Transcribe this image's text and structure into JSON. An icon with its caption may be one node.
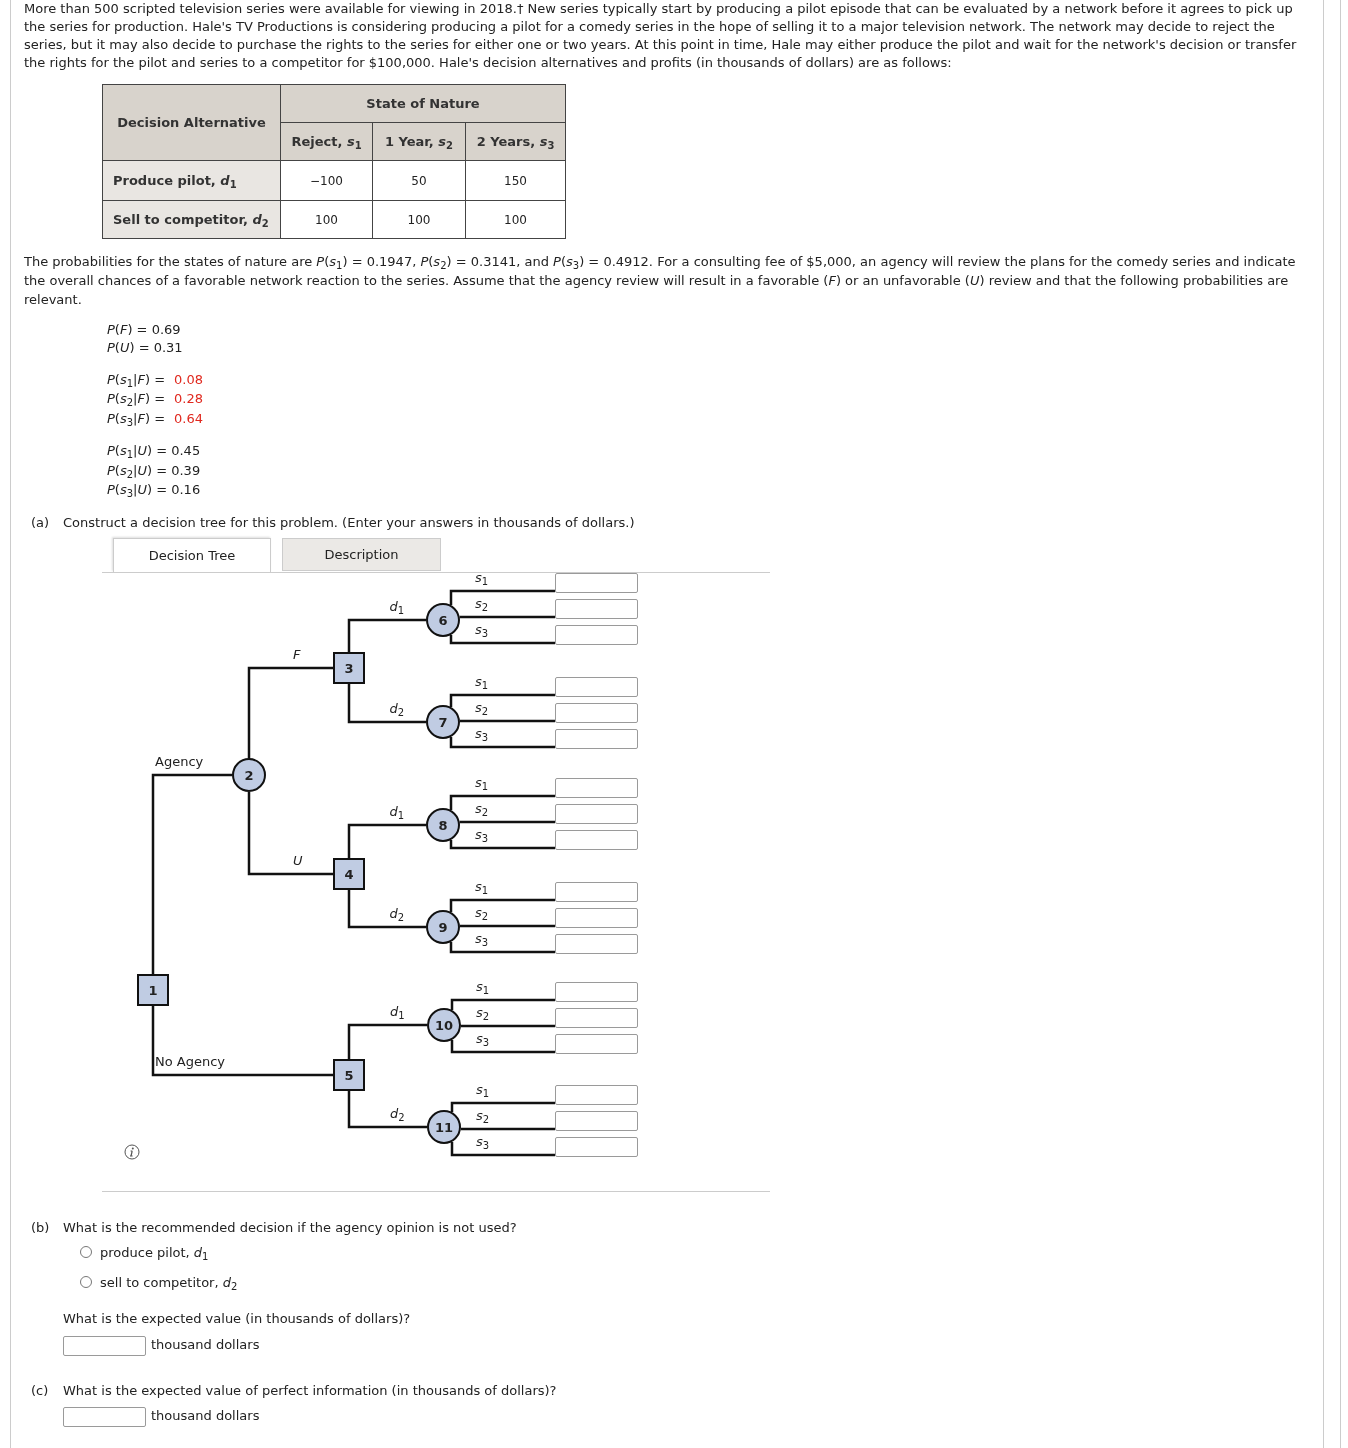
{
  "diagram": {
    "nodes": [
      {
        "text": [
          "1"
        ]
      },
      {
        "text": [
          "2"
        ]
      },
      {
        "text": [
          "3"
        ]
      },
      {
        "text": [
          "4"
        ]
      },
      {
        "text": [
          "5"
        ]
      },
      {
        "text": [
          "6"
        ]
      },
      {
        "text": [
          "7"
        ]
      },
      {
        "text": [
          "8"
        ]
      },
      {
        "text": [
          "9"
        ]
      },
      {
        "text": [
          "10"
        ]
      },
      {
        "text": [
          "11"
        ]
      },
      {
        "text": [],
        "shape": "box"
      },
      {
        "text": [],
        "shape": "box"
      },
      {
        "text": [],
        "shape": "box"
      },
      {
        "text": [],
        "shape": "box"
      },
      {
        "text": [],
        "shape": "box"
      },
      {
        "text": [],
        "shape": "box"
      },
      {
        "text": [],
        "shape": "box"
      },
      {
        "text": [],
        "shape": "box"
      },
      {
        "text": [],
        "shape": "box"
      },
      {
        "text": [],
        "shape": "box"
      },
      {
        "text": [],
        "shape": "box"
      },
      {
        "text": [],
        "shape": "box"
      },
      {
        "text": [],
        "shape": "box"
      },
      {
        "text": [],
        "shape": "box"
      },
      {
        "text": [],
        "shape": "box"
      },
      {
        "text": [],
        "shape": "box"
      },
      {
        "text": [],
        "shape": "box"
      },
      {
        "text": [],
        "shape": "box"
      },
      {
        "text": [],
        "shape": "box"
      },
      {
        "text": [],
        "shape": "box"
      }
    ],
    "edges": [
      {
        "from": 0,
        "to": 1,
        "arrow": "none",
        "label": "Agency"
      },
      {
        "from": 0,
        "to": 4,
        "arrow": "none",
        "label": "No Agency"
      },
      {
        "from": 1,
        "to": 2,
        "arrow": "none",
        "label": "F"
      },
      {
        "from": 1,
        "to": 3,
        "arrow": "none",
        "label": "U"
      },
      {
        "from": 2,
        "to": 5,
        "arrow": "none",
        "label": "*d*$_{1}$"
      },
      {
        "from": 2,
        "to": 6,
        "arrow": "none",
        "label": "*d*$_{2}$"
      },
      {
        "from": 3,
        "to": 7,
        "arrow": "none",
        "label": "*d*$_{1}$"
      },
      {
        "from": 3,
        "to": 8,
        "arrow": "none",
        "label": "*d*$_{2}$"
      },
      {
        "from": 4,
        "to": 9,
        "arrow": "none",
        "label": "*d*$_{1}$"
      },
      {
        "from": 4,
        "to": 10,
        "arrow": "none",
        "label": "*d*$_{2}$"
      },
      {
        "from": 5,
        "to": 11,
        "arrow": "none",
        "label": "*s*$_{1}$"
      },
      {
        "from": 5,
        "to": 12,
        "arrow": "none",
        "label": "*s*$_{2}$"
      },
      {
        "from": 5,
        "to": 13,
        "arrow": "none",
        "label": "*s*$_{3}$"
      },
      {
        "from": 6,
        "to": 14,
        "arrow": "none",
        "label": "*s*$_{1}$"
      },
      {
        "from": 6,
        "to": 15,
        "arrow": "none",
        "label": "*s*$_{2}$"
      },
      {
        "from": 6,
        "to": 16,
        "arrow": "none",
        "label": "*s*$_{3}$"
      },
      {
        "from": 7,
        "to": 17,
        "arrow": "none",
        "label": "*s*$_{1}$"
      },
      {
        "from": 7,
        "to": 18,
        "arrow": "none",
        "label": "*s*$_{2}$"
      },
      {
        "from": 7,
        "to": 19,
        "arrow": "none",
        "label": "*s*$_{3}$"
      },
      {
        "from": 8,
        "to": 20,
        "arrow": "none",
        "label": "*s*$_{1}$"
      },
      {
        "from": 8,
        "to": 21,
        "arrow": "none",
        "label": "*s*$_{2}$"
      },
      {
        "from": 8,
        "to": 22,
        "arrow": "none",
        "label": "*s*$_{3}$"
      },
      {
        "from": 9,
        "to": 23,
        "arrow": "none",
        "label": "*s*$_{1}$"
      },
      {
        "from": 9,
        "to": 24,
        "arrow": "none",
        "label": "*s*$_{2}$"
      },
      {
        "from": 9,
        "to": 25,
        "arrow": "none",
        "label": "*s*$_{3}$"
      },
      {
        "from": 10,
        "to": 26,
        "arrow": "none",
        "label": "*s*$_{1}$"
      },
      {
        "from": 10,
        "to": 27,
        "arrow": "none",
        "label": "*s*$_{2}$"
      },
      {
        "from": 10,
        "to": 28,
        "arrow": "none",
        "label": "*s*$_{3}$"
      }
    ],
    "labels": [
      "More than 500 scripted television series were available for viewing in 2018.† New series typically start by producing a pilot episode that can be evaluated by a network before it agrees to pick up the series for production. Hale's TV Productions is considering producing a pilot for a comedy series in the hope of selling it to a major television network. The network may decide to reject the series, but it may also decide to purchase the rights to the series for either one or two years. At this point in time, Hale may either produce the pilot and wait for the network's decision or transfer the rights for the pilot and series to a competitor for $100,000. Hale's decision alternatives and profits (in thousands of dollars) are as follows:",
      "Decision Alternative",
      "State of Nature",
      "Reject, *s*$_{1}$",
      "1 Year, *s*$_{2}$",
      "2 Years, *s*$_{3}$",
      "Produce pilot, *d*$_{1}$",
      "−100",
      "50",
      "150",
      "Sell to competitor, *d*$_{2}$",
      "100",
      "100",
      "100",
      "The probabilities for the states of nature are *P*(*s*$_{1}$) = 0.1947, *P*(*s*$_{2}$) = 0.3141, and *P*(*s*$_{3}$) = 0.4912. For a consulting fee of $5,000, an agency will review the plans for the comedy series and indicate the overall chances of a favorable network reaction to the series. Assume that the agency review will result in a favorable (*F*) or an unfavorable (*U*) review and that the following probabilities are relevant.",
      "*P*(*F*) = 0.69",
      "*P*(*U*) = 0.31",
      "*P*(*s*$_{1}$|*F*) =",
      "0.08",
      "*P*(*s*$_{2}$|*F*) =",
      "0.28",
      "*P*(*s*$_{3}$|*F*) =",
      "0.64",
      "*P*(*s*$_{1}$|*U*) = 0.45",
      "*P*(*s*$_{2}$|*U*) = 0.39",
      "*P*(*s*$_{3}$|*U*) = 0.16",
      "(a)",
      "Construct a decision tree for this problem. (Enter your answers in thousands of dollars.)",
      "Decision Tree",
      "Description",
      "(b)",
      "What is the recommended decision if the agency opinion is not used?",
      "produce pilot, *d*$_{1}$",
      "sell to competitor, *d*$_{2}$",
      "What is the expected value (in thousands of dollars)?",
      "thousand dollars",
      "(c)",
      "What is the expected value of perfect information (in thousands of dollars)?",
      "thousand dollars"
    ]
  }
}
